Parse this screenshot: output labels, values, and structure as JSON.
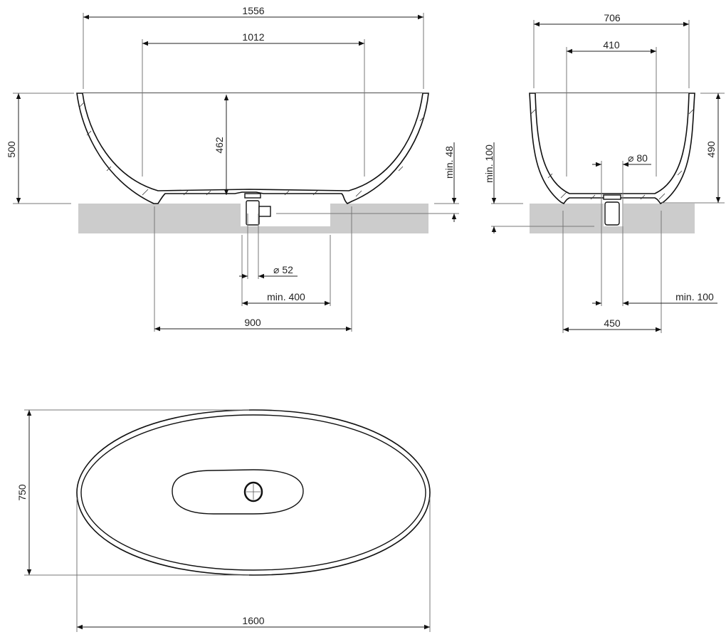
{
  "drawing": {
    "subject": "Freestanding oval bathtub technical dimension drawing",
    "units": "mm",
    "colors": {
      "line": "#111111",
      "floor_slab": "#cccccc",
      "background": "#ffffff",
      "extension_line": "#777777"
    }
  },
  "side_view": {
    "overall_width": "1556",
    "inner_width": "1012",
    "overall_height": "500",
    "inner_depth": "462",
    "drain_diameter": "⌀ 52",
    "drain_opening_min": "min. 400",
    "feet_spacing": "900",
    "floor_clearance": "min. 48"
  },
  "end_view": {
    "overall_width": "706",
    "inner_width": "410",
    "overall_height": "490",
    "outlet_diameter": "⌀ 80",
    "floor_recess_min": "min. 100",
    "drain_opening_min": "min. 100",
    "feet_spacing": "450"
  },
  "top_view": {
    "overall_length": "1600",
    "overall_width": "750"
  }
}
